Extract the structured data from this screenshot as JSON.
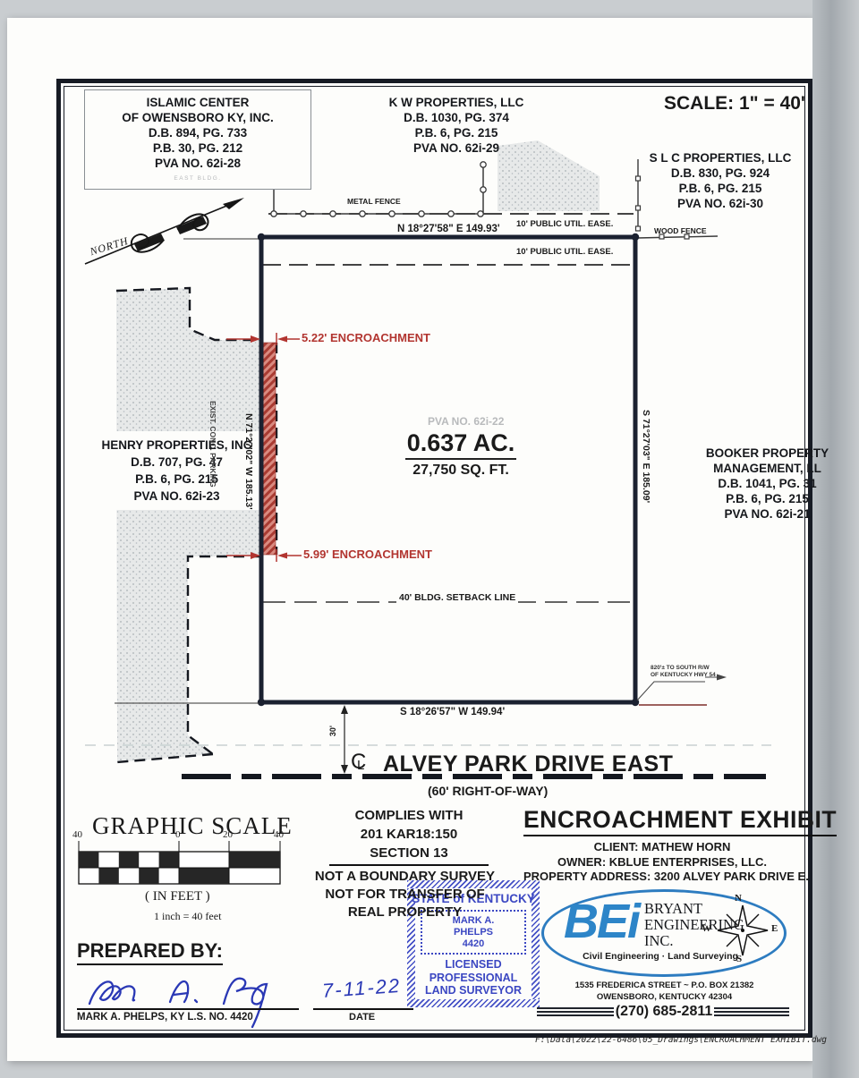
{
  "scale_note": "SCALE: 1\" = 40'",
  "north_label": "NORTH",
  "parcels": {
    "islamic": {
      "l1": "ISLAMIC CENTER",
      "l2": "OF OWENSBORO KY, INC.",
      "l3": "D.B. 894, PG. 733",
      "l4": "P.B. 30, PG. 212",
      "l5": "PVA NO. 62i-28",
      "bldg": "EAST  BLDG."
    },
    "kw": {
      "l1": "K W PROPERTIES, LLC",
      "l2": "D.B. 1030, PG. 374",
      "l3": "P.B. 6, PG. 215",
      "l4": "PVA NO. 62i-29"
    },
    "slc": {
      "l1": "S L C  PROPERTIES, LLC",
      "l2": "D.B. 830, PG. 924",
      "l3": "P.B. 6, PG. 215",
      "l4": "PVA NO. 62i-30"
    },
    "henry": {
      "l1": "HENRY  PROPERTIES, INC",
      "l2": "D.B. 707, PG. 47",
      "l3": "P.B. 6, PG. 215",
      "l4": "PVA NO. 62i-23"
    },
    "booker": {
      "l1": "BOOKER PROPERTY",
      "l2": "MANAGEMENT, LL",
      "l3": "D.B. 1041, PG. 31",
      "l4": "P.B. 6, PG. 215",
      "l5": "PVA NO. 62i-21"
    },
    "subject_pva": "PVA NO. 62i-22"
  },
  "site": {
    "area_ac": "0.637 AC.",
    "area_sf": "27,750 SQ. FT.",
    "bearing_north": "N 18°27'58\" E  149.93'",
    "bearing_south": "S 18°26'57\" W  149.94'",
    "bearing_west": "N 71°27'02\" W  185.13'",
    "bearing_east": "S 71°27'03\" E  185.09'",
    "easement_label_1": "10' PUBLIC UTIL. EASE.",
    "easement_label_2": "10' PUBLIC UTIL. EASE.",
    "metal_fence": "METAL FENCE",
    "wood_fence": "WOOD FENCE",
    "setback": "40' BLDG. SETBACK LINE",
    "encroachment_top": "5.22' ENCROACHMENT",
    "encroachment_bottom": "5.99' ENCROACHMENT",
    "exist_parking": "EXIST. CONC. PARKING",
    "hwy_note_1": "820'± TO SOUTH R/W",
    "hwy_note_2": "OF KENTUCKY HWY 54",
    "street_dim": "30'",
    "cl_c": "C",
    "cl_l": "L",
    "street_name": "ALVEY PARK DRIVE EAST",
    "street_row": "(60' RIGHT-OF-WAY)"
  },
  "graphic_scale": {
    "title": "GRAPHIC SCALE",
    "tick1": "40",
    "tick2": "0",
    "tick3": "20",
    "tick4": "40",
    "units": "( IN FEET )",
    "ratio": "1 inch = 40 feet"
  },
  "compliance": {
    "l1": "COMPLIES WITH",
    "l2": "201 KAR18:150",
    "l3": "SECTION 13",
    "d1": "NOT A BOUNDARY SURVEY",
    "d2": "NOT FOR TRANSFER OF",
    "d3": "REAL PROPERTY"
  },
  "stamp": {
    "state": "STATE of KENTUCKY",
    "name1": "MARK A.",
    "name2": "PHELPS",
    "number": "4420",
    "t1": "LICENSED",
    "t2": "PROFESSIONAL",
    "t3": "LAND SURVEYOR"
  },
  "title_block": {
    "title": "ENCROACHMENT EXHIBIT",
    "client": "CLIENT: MATHEW HORN",
    "owner": "OWNER: KBLUE ENTERPRISES, LLC.",
    "address": "PROPERTY ADDRESS: 3200 ALVEY PARK DRIVE E.",
    "logo": "BEi",
    "firm1": "BRYANT",
    "firm2": "ENGINEERING",
    "firm3": "INC.",
    "services": "Civil Engineering  ·  Land Surveying",
    "addr1": "1535 FREDERICA STREET ~ P.O. BOX 21382",
    "addr2": "OWENSBORO, KENTUCKY 42304",
    "phone": "(270) 685-2811",
    "compass_n": "N",
    "compass_s": "S",
    "compass_e": "E",
    "compass_w": "W"
  },
  "prepared_by": {
    "heading": "PREPARED BY:",
    "surveyor": "MARK A. PHELPS, KY L.S. NO. 4420",
    "date_value": "7-11-22",
    "date_label": "DATE"
  },
  "footer": {
    "file_path": "F:\\Data\\2022\\22-6486\\05_Drawings\\ENCROACHMENT  EXHIBIT.dwg"
  }
}
